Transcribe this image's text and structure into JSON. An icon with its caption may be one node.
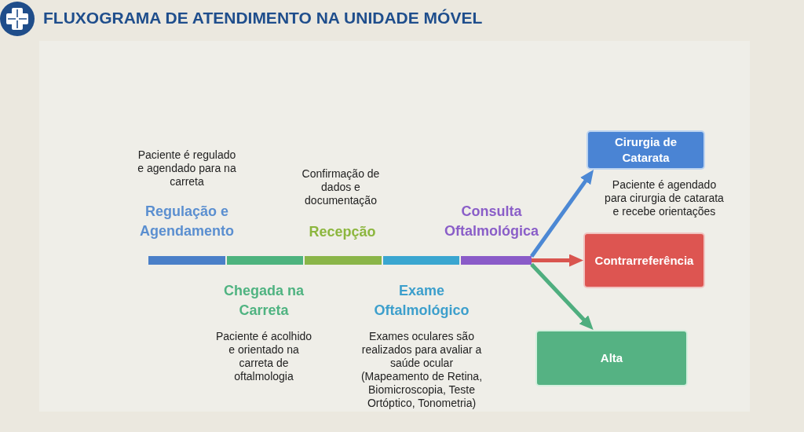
{
  "diagram": {
    "title": "FLUXOGRAMA DE ATENDIMENTO NA UNIDADE MÓVEL",
    "nodes": [
      {
        "text": [
          "Paciente é regulado e agendado para na carreta",
          "Regulação e Agendamento"
        ]
      },
      {
        "text": [
          "Chegada na Carreta",
          "Paciente é acolhido e orientado na carreta de oftalmologia"
        ]
      },
      {
        "text": [
          "Confirmação de dados e documentação",
          "Recepção"
        ]
      },
      {
        "text": [
          "Exame Oftalmológico",
          "Exames oculares são realizados para avaliar a saúde ocular (Mapeamento de Retina, Biomicroscopia, Teste Ortóptico, Tonometria)"
        ]
      },
      {
        "text": [
          "Consulta Oftalmológica"
        ]
      },
      {
        "text": [
          "Cirurgia de Catarata"
        ],
        "beside": [
          "Paciente é agendado para cirurgia de catarata e recebe orientações"
        ]
      },
      {
        "text": [
          "Contrarreferência"
        ]
      },
      {
        "text": [
          "Alta"
        ]
      }
    ],
    "edges": [
      {
        "from": 4,
        "to": 5,
        "arrow": "to",
        "color": "#4c88d4"
      },
      {
        "from": 4,
        "to": 6,
        "arrow": "to",
        "color": "#d9554f"
      },
      {
        "from": 4,
        "to": 7,
        "arrow": "to",
        "color": "#4fae7f"
      }
    ]
  }
}
